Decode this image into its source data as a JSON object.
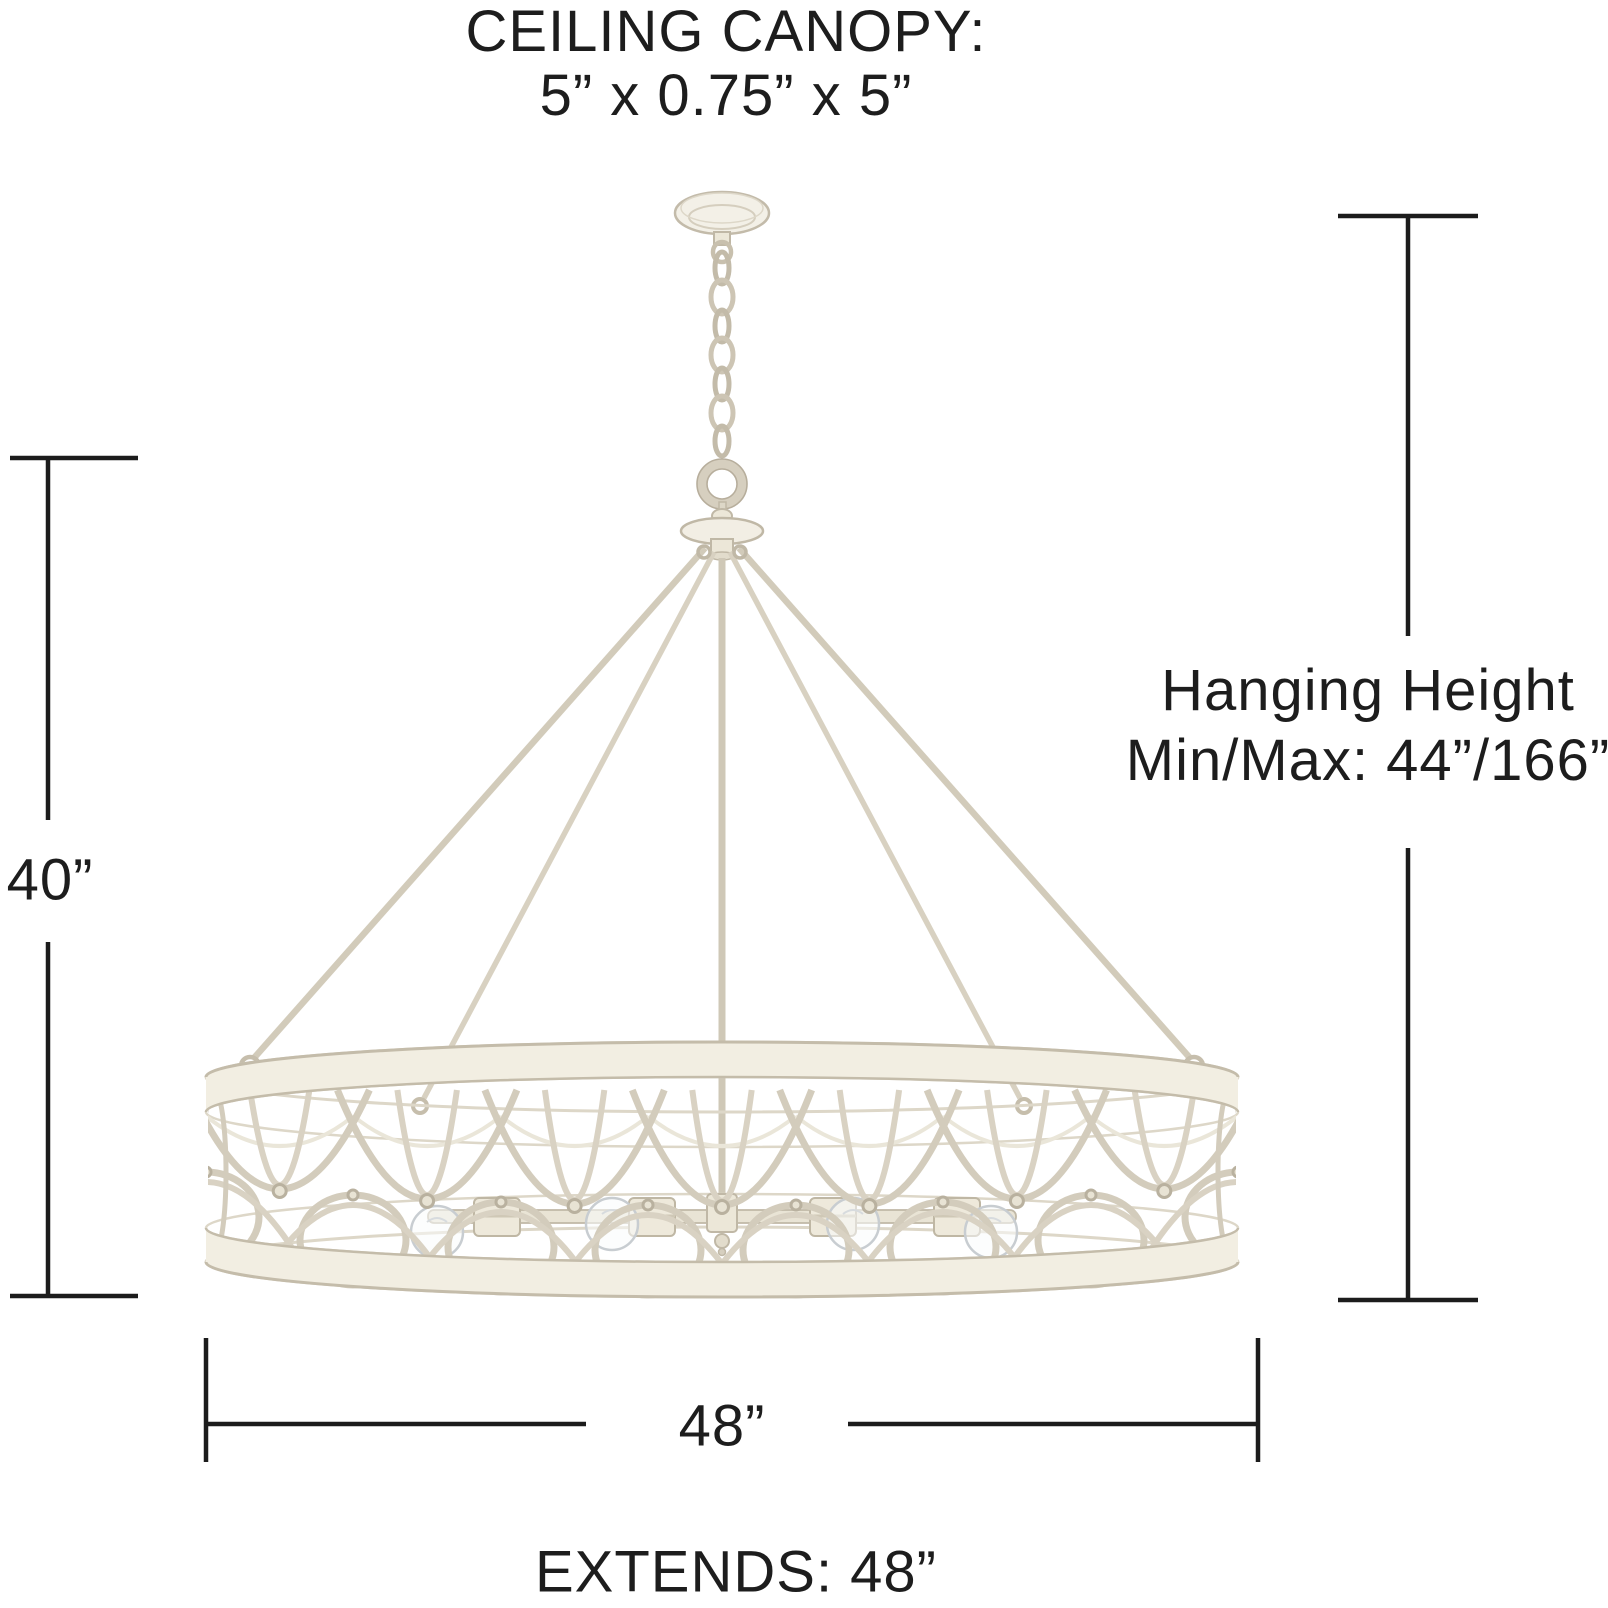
{
  "diagram": {
    "type": "product-dimension-diagram",
    "subject": "drum chandelier line drawing"
  },
  "labels": {
    "canopy_title_line1": "CEILING CANOPY:",
    "canopy_title_line2": "5” x 0.75” x 5”",
    "fixture_height": "40”",
    "hanging_height_line1": "Hanging Height",
    "hanging_height_line2": "Min/Max: 44”/166”",
    "width": "48”",
    "extends": "EXTENDS: 48”"
  },
  "measurements": {
    "canopy": "5 x 0.75 x 5 in",
    "fixture_height_in": 40,
    "hanging_height_min_in": 44,
    "hanging_height_max_in": 166,
    "width_in": 48,
    "extends_in": 48
  },
  "colors": {
    "background": "#ffffff",
    "dimension_line": "#1c1c1c",
    "text": "#1d1d1d",
    "metal_light": "#f2eee2",
    "metal_mid": "#d6cfbf",
    "metal_dark": "#c0b8a6",
    "metal_faint": "#eae6d9",
    "glass": "#c8cdd1"
  }
}
